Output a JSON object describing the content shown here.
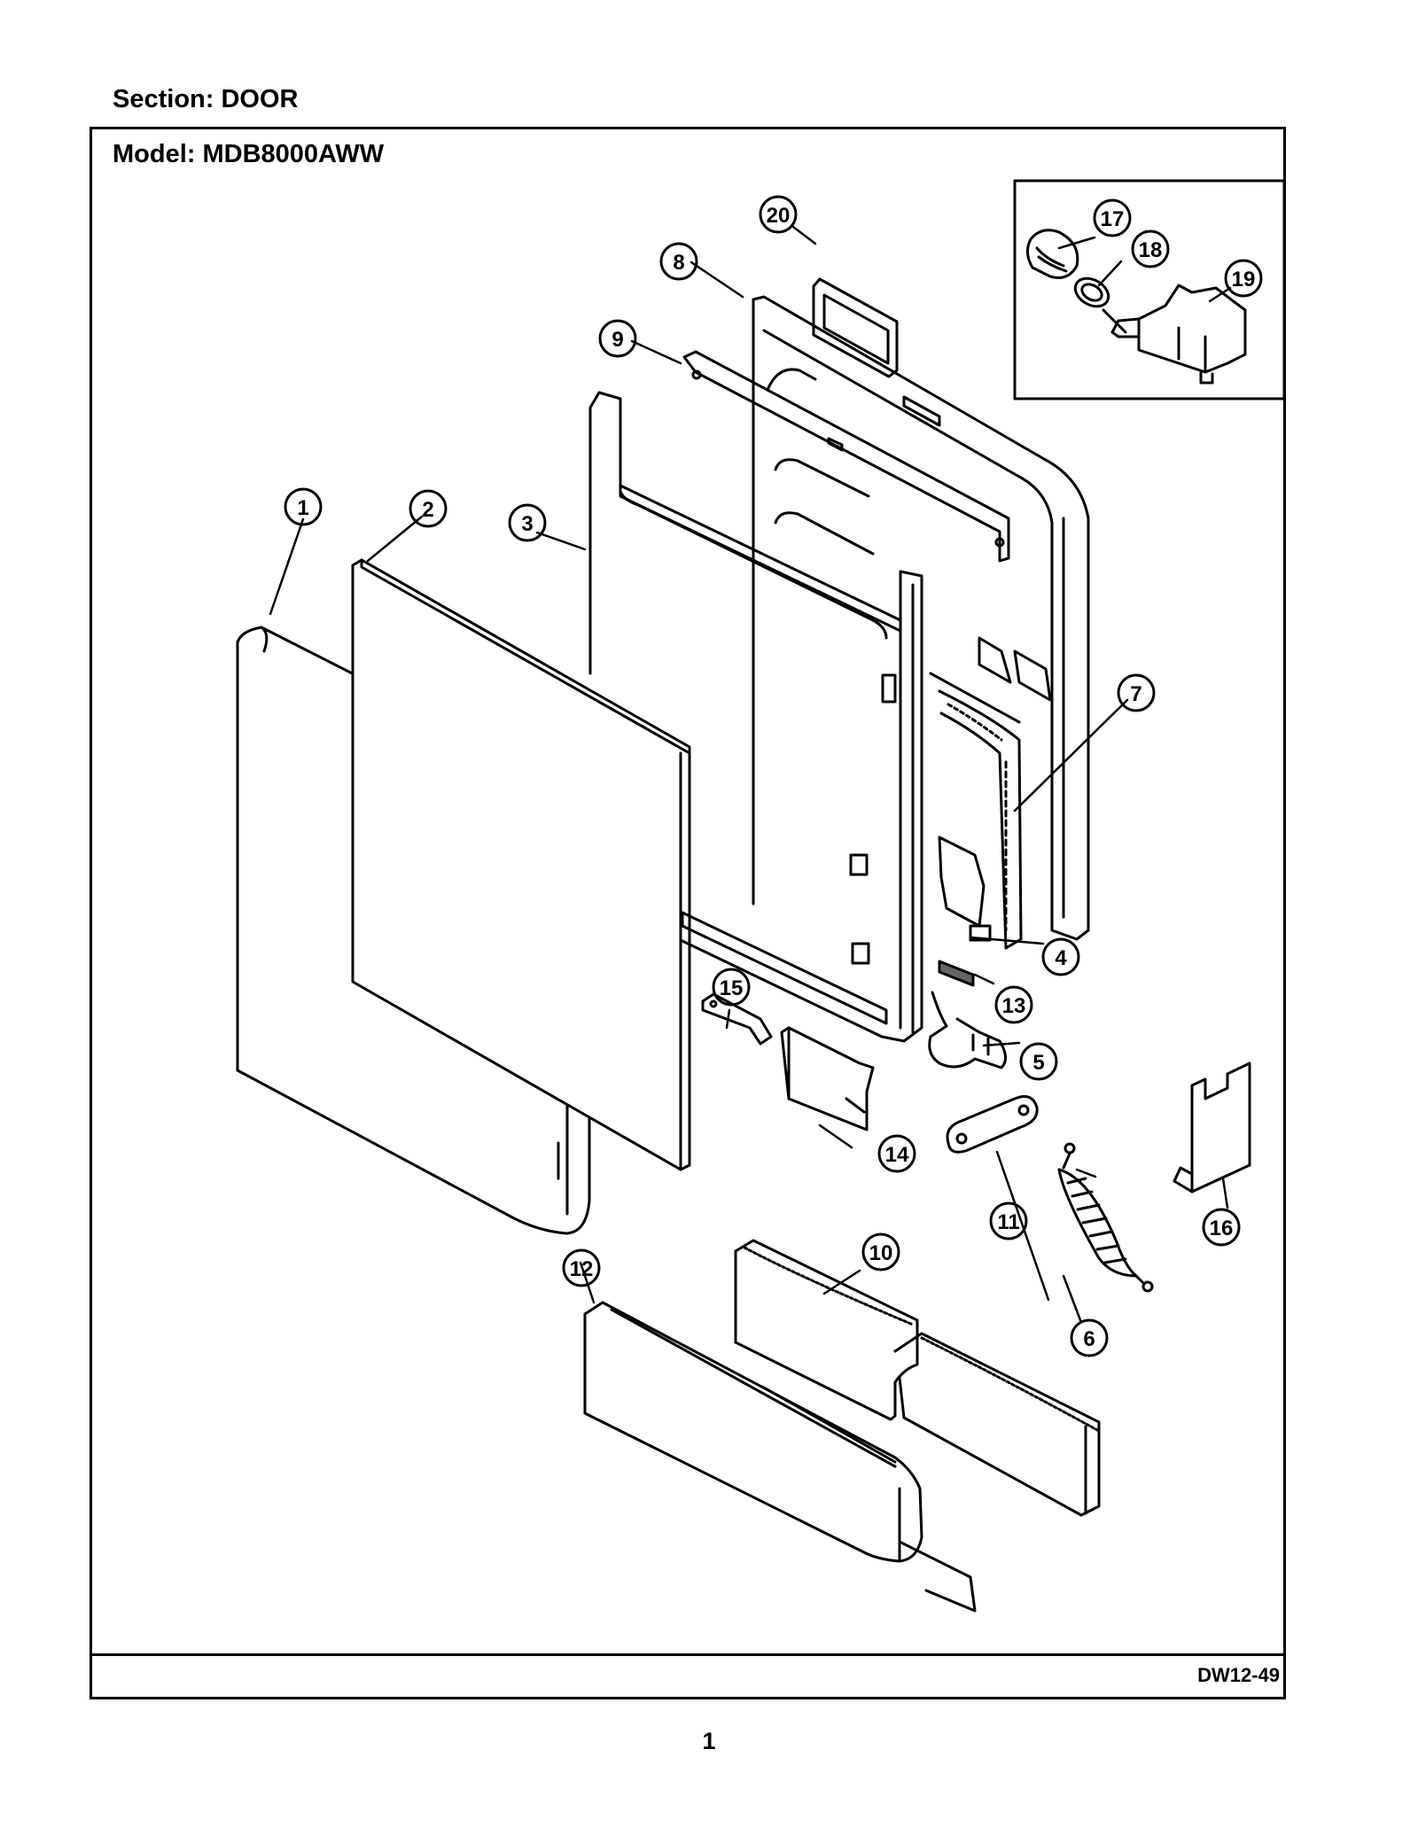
{
  "header": {
    "section_label": "Section:  DOOR",
    "model_label": "Model:  MDB8000AWW"
  },
  "footer": {
    "diagram_code": "DW12-49",
    "page_number": "1"
  },
  "callouts": [
    "1",
    "2",
    "3",
    "4",
    "5",
    "6",
    "7",
    "8",
    "9",
    "10",
    "11",
    "12",
    "13",
    "14",
    "15",
    "16",
    "17",
    "18",
    "19",
    "20"
  ],
  "colors": {
    "ink": "#000000",
    "paper": "#ffffff"
  }
}
